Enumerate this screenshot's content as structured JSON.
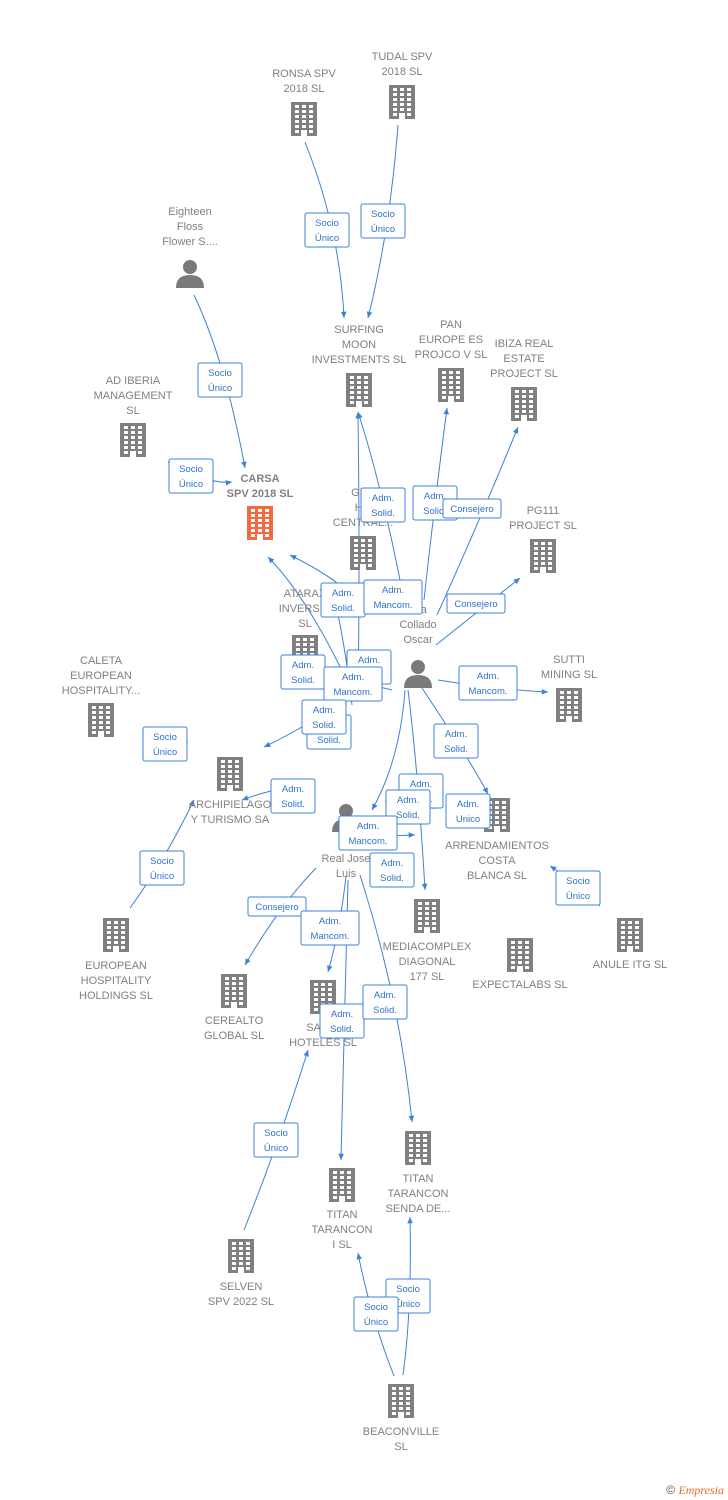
{
  "colors": {
    "building": "#808080",
    "highlight": "#f26a3d",
    "person": "#7a7a7a",
    "edge": "#3b82d8",
    "label": "#808080"
  },
  "nodes": [
    {
      "id": "ronsa",
      "type": "company",
      "lines": [
        "RONSA SPV",
        "2018  SL"
      ]
    },
    {
      "id": "tudal",
      "type": "company",
      "lines": [
        "TUDAL SPV",
        "2018  SL"
      ]
    },
    {
      "id": "eighteen",
      "type": "person",
      "lines": [
        "Eighteen",
        "Floss",
        "Flower S...."
      ]
    },
    {
      "id": "surfing",
      "type": "company",
      "lines": [
        "SURFING",
        "MOON",
        "INVESTMENTS SL"
      ]
    },
    {
      "id": "pan",
      "type": "company",
      "lines": [
        "PAN",
        "EUROPE ES",
        "PROJCO V SL"
      ]
    },
    {
      "id": "ibiza",
      "type": "company",
      "lines": [
        "IBIZA REAL",
        "ESTATE",
        "PROJECT  SL"
      ]
    },
    {
      "id": "adiberia",
      "type": "company",
      "lines": [
        "AD IBERIA",
        "MANAGEMENT",
        "SL"
      ]
    },
    {
      "id": "carsa",
      "type": "company",
      "highlight": true,
      "lines": [
        "CARSA",
        "SPV 2018  SL"
      ]
    },
    {
      "id": "gra",
      "type": "company",
      "lines": [
        "GRA",
        "HO",
        "CENTRAL..."
      ]
    },
    {
      "id": "pg111",
      "type": "company",
      "lines": [
        "PG111",
        "PROJECT  SL"
      ]
    },
    {
      "id": "atarax",
      "type": "company",
      "lines": [
        "ATARAX",
        "INVERSIO",
        "SL"
      ]
    },
    {
      "id": "garcia",
      "type": "person",
      "lines": [
        "rcia",
        "Collado",
        "Oscar"
      ]
    },
    {
      "id": "caleta",
      "type": "company",
      "lines": [
        "CALETA",
        "EUROPEAN",
        "HOSPITALITY..."
      ]
    },
    {
      "id": "sutti",
      "type": "company",
      "lines": [
        "SUTTI",
        "MINING SL"
      ]
    },
    {
      "id": "archipielago",
      "type": "company",
      "lines": [
        "ARCHIPIELAGO",
        "Y TURISMO SA"
      ]
    },
    {
      "id": "ruiz",
      "type": "person",
      "lines": [
        "Rui",
        "Real Jose",
        "Luis"
      ]
    },
    {
      "id": "arrendamientos",
      "type": "company",
      "lines": [
        "ARRENDAMIENTOS",
        "COSTA",
        "BLANCA SL"
      ]
    },
    {
      "id": "european",
      "type": "company",
      "lines": [
        "EUROPEAN",
        "HOSPITALITY",
        "HOLDINGS  SL"
      ]
    },
    {
      "id": "mediacomplex",
      "type": "company",
      "lines": [
        "MEDIACOMPLEX",
        "DIAGONAL",
        "177  SL"
      ]
    },
    {
      "id": "anule",
      "type": "company",
      "lines": [
        "ANULE ITG  SL"
      ]
    },
    {
      "id": "expectalabs",
      "type": "company",
      "lines": [
        "EXPECTALABS  SL"
      ]
    },
    {
      "id": "cerealto",
      "type": "company",
      "lines": [
        "CEREALTO",
        "GLOBAL  SL"
      ]
    },
    {
      "id": "sanr",
      "type": "company",
      "lines": [
        "SAN R",
        "HOTELES SL"
      ]
    },
    {
      "id": "titansenda",
      "type": "company",
      "lines": [
        "TITAN",
        "TARANCON",
        "SENDA DE..."
      ]
    },
    {
      "id": "titan1",
      "type": "company",
      "lines": [
        "TITAN",
        "TARANCON",
        "I  SL"
      ]
    },
    {
      "id": "selven",
      "type": "company",
      "lines": [
        "SELVEN",
        "SPV 2022  SL"
      ]
    },
    {
      "id": "beaconville",
      "type": "company",
      "lines": [
        "BEACONVILLE",
        "SL"
      ]
    }
  ],
  "edges": [
    {
      "label": [
        "Socio",
        "Único"
      ]
    },
    {
      "label": [
        "Socio",
        "Único"
      ]
    },
    {
      "label": [
        "Socio",
        "Único"
      ]
    },
    {
      "label": [
        "Socio",
        "Único"
      ]
    },
    {
      "label": [
        "Adm.",
        "Solid."
      ]
    },
    {
      "label": [
        "Adm.",
        "Solid."
      ]
    },
    {
      "label": [
        "Consejero"
      ]
    },
    {
      "label": [
        "Consejero"
      ]
    },
    {
      "label": [
        "Adm.",
        "Solid."
      ]
    },
    {
      "label": [
        "Adm.",
        "Mancom."
      ]
    },
    {
      "label": [
        "Adm.",
        "Solid."
      ]
    },
    {
      "label": [
        "Adm.",
        "Solid."
      ]
    },
    {
      "label": [
        "Adm.",
        "Mancom."
      ]
    },
    {
      "label": [
        "Adm.",
        "Mancom."
      ]
    },
    {
      "label": [
        "Adm.",
        "Solid."
      ]
    },
    {
      "label": [
        "Adm.",
        "Solid."
      ]
    },
    {
      "label": [
        "Socio",
        "Único"
      ]
    },
    {
      "label": [
        "Adm.",
        "Solid."
      ]
    },
    {
      "label": [
        "Socio",
        "Único"
      ]
    },
    {
      "label": [
        "Adm.",
        "Solid."
      ]
    },
    {
      "label": [
        "Adm.",
        "Solid."
      ]
    },
    {
      "label": [
        "Adm.",
        "Solid."
      ]
    },
    {
      "label": [
        "Adm.",
        "Unico"
      ]
    },
    {
      "label": [
        "Adm.",
        "Mancom."
      ]
    },
    {
      "label": [
        "Adm.",
        "Solid."
      ]
    },
    {
      "label": [
        "Socio",
        "Único"
      ]
    },
    {
      "label": [
        "Consejero"
      ]
    },
    {
      "label": [
        "Adm.",
        "Mancom."
      ]
    },
    {
      "label": [
        "Adm.",
        "Solid."
      ]
    },
    {
      "label": [
        "Adm.",
        "Solid."
      ]
    },
    {
      "label": [
        "Socio",
        "Único"
      ]
    },
    {
      "label": [
        "Socio",
        "Único"
      ]
    },
    {
      "label": [
        "Socio",
        "Único"
      ]
    }
  ],
  "footer": {
    "copyright": "©",
    "brand": "Empresia"
  }
}
